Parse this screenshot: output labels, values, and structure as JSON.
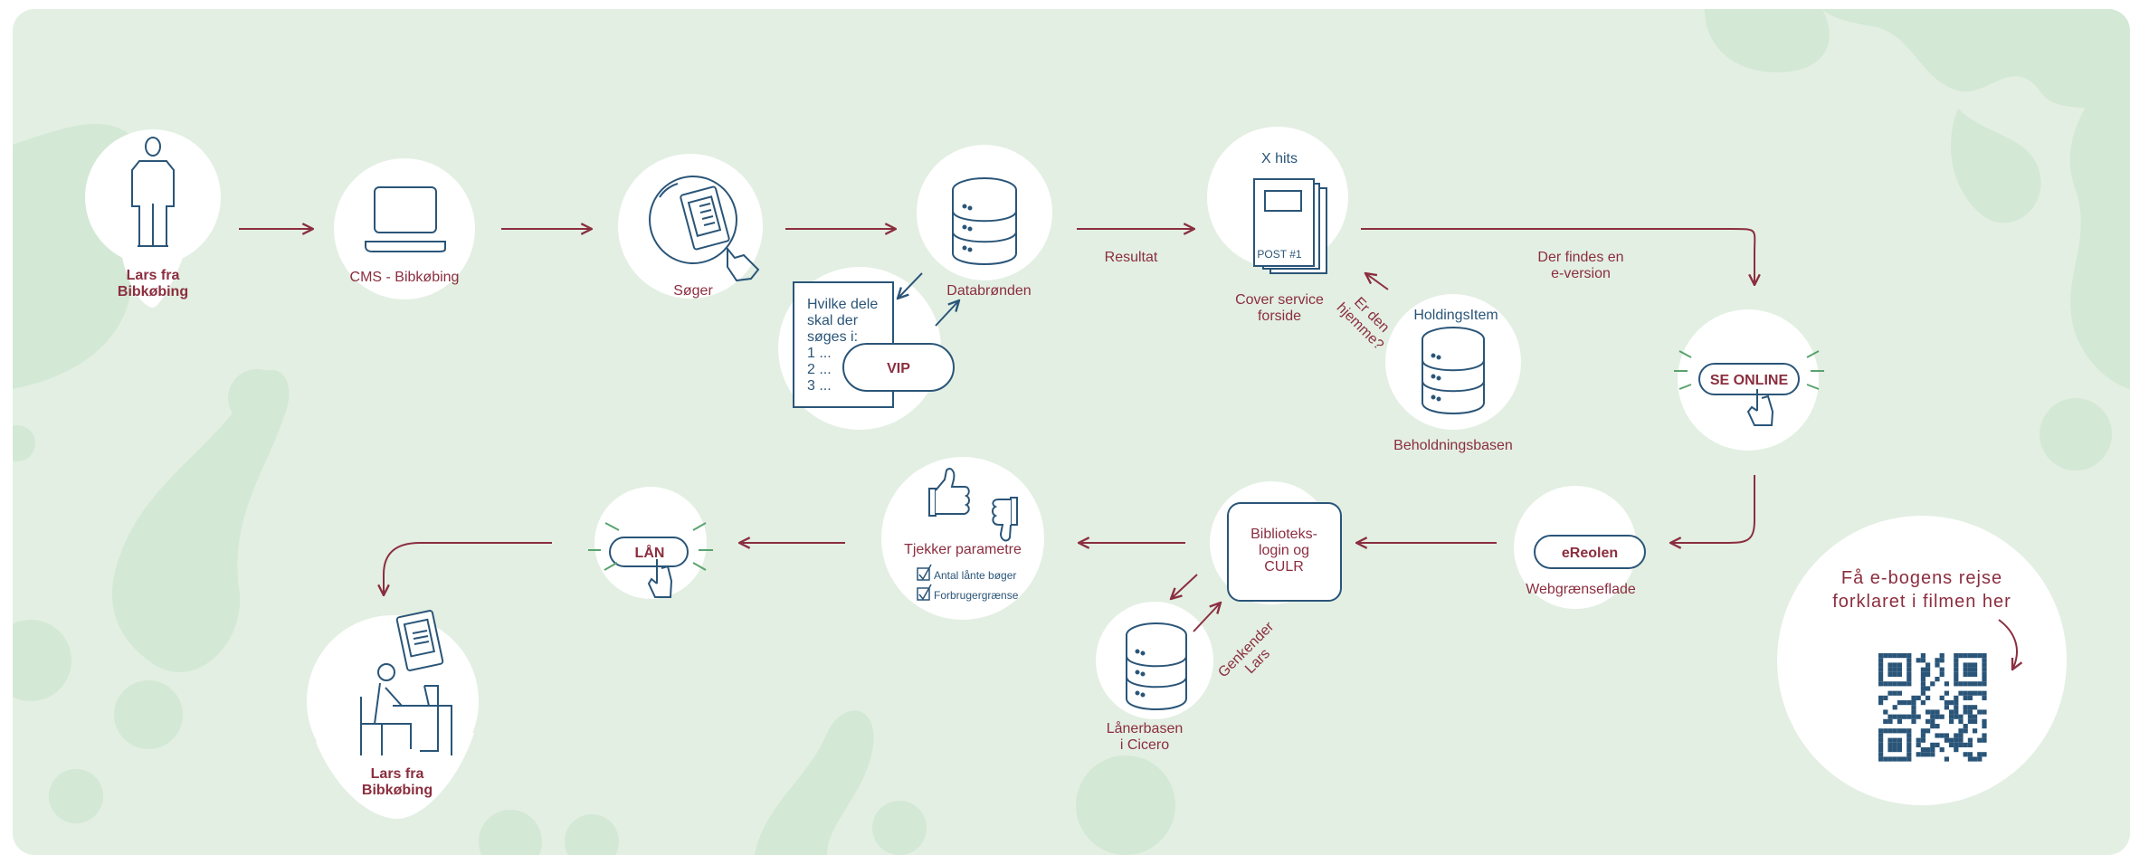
{
  "colors": {
    "panel": "#e3efe3",
    "blob": "#d3e8d5",
    "circle": "#ffffff",
    "arrow": "#8b2e3f",
    "icon": "#2a5578",
    "text": "#8b2e3f"
  },
  "nodes": {
    "lars_top": "Lars fra\nBibkøbing",
    "cms": "CMS - Bibkøbing",
    "soeger": "Søger",
    "databronden": "Databrønden",
    "vip_question": "Hvilke dele\nskal der\nsøges i:\n1 ...\n2 ...\n3 ...",
    "vip": "VIP",
    "resultat": "Resultat",
    "x_hits": "X hits",
    "post": "POST #1",
    "cover": "Cover service\nforside",
    "holdingsitem": "HoldingsItem",
    "er_den": "Er den\nhjemme?",
    "beholdning": "Beholdningsbasen",
    "der_findes": "Der findes en\ne-version",
    "se_online": "SE ONLINE",
    "ereolen": "eReolen",
    "webgraense": "Webgrænseflade",
    "bibliotek": "Biblioteks-\nlogin og\nCULR",
    "genkender": "Genkender\nLars",
    "laanerbasen": "Lånerbasen\ni Cicero",
    "tjekker": "Tjekker parametre",
    "check1": "Antal lånte bøger",
    "check2": "Forbrugergrænse",
    "laan": "LÅN",
    "lars_bottom": "Lars fra\nBibkøbing"
  },
  "qr": {
    "text": "Få e-bogens rejse\nforklaret i filmen her"
  }
}
